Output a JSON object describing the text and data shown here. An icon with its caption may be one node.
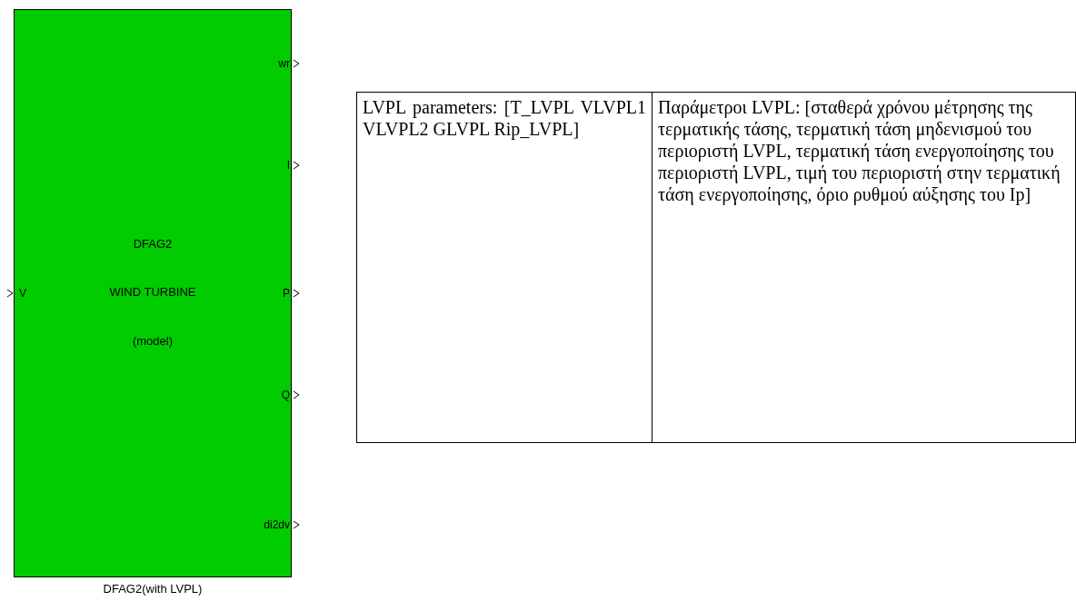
{
  "diagram": {
    "nodes": [
      {
        "text": [
          "DFAG2",
          "WIND TURBINE",
          "(model)"
        ],
        "beside": [
          "DFAG2(with LVPL)"
        ]
      }
    ],
    "labels": [
      "wr",
      "I",
      "V",
      "P",
      "Q",
      "di2dv",
      "LVPL parameters: [T_LVPL VLVPL1 VLVPL2 GLVPL Rip_LVPL]",
      "Παράμετροι LVPL: [σταθερά χρόνου μέτρησης της τερματικής τάσης, τερματική τάση μηδενισμού του περιοριστή LVPL, τερματική τάση ενεργοποίησης του περιοριστή LVPL, τιμή του περιοριστή στην τερματική τάση ενεργοποίησης, όριο ρυθμού αύξησης του Ip]"
    ]
  }
}
